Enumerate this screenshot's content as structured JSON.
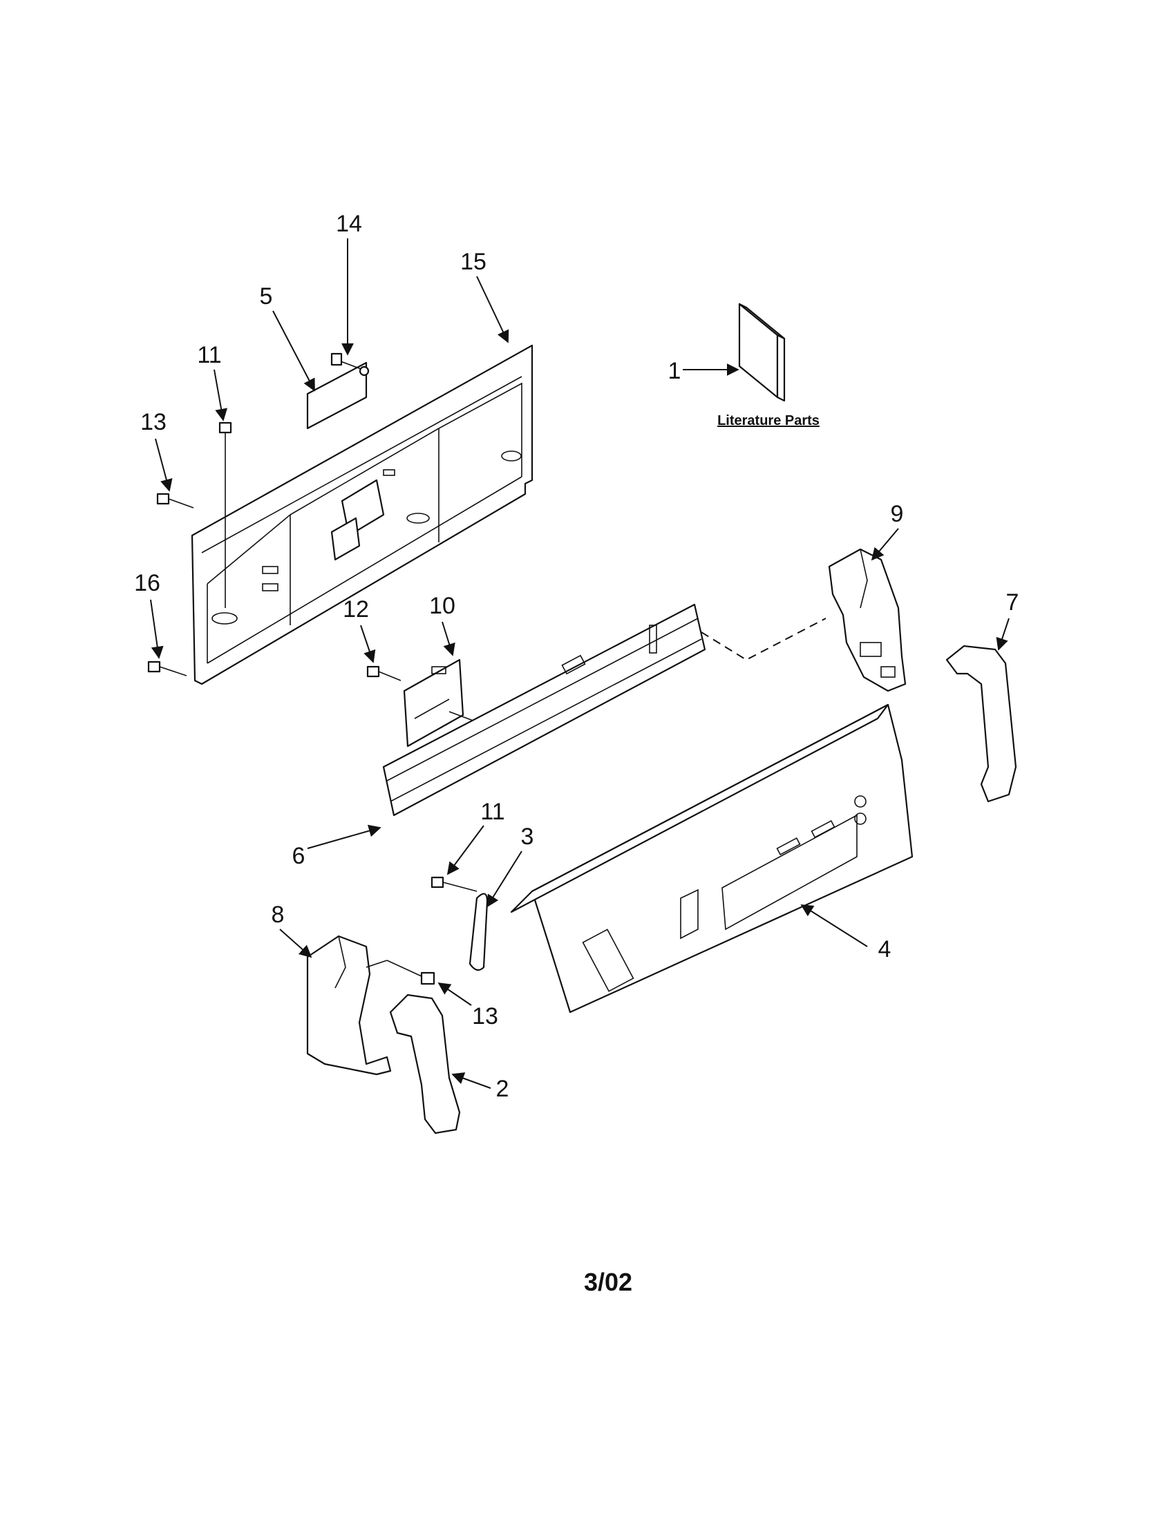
{
  "diagram": {
    "literature_label": "Literature Parts",
    "revision": "3/02",
    "callouts": [
      {
        "id": "c14",
        "label": "14"
      },
      {
        "id": "c15",
        "label": "15"
      },
      {
        "id": "c5",
        "label": "5"
      },
      {
        "id": "c11a",
        "label": "11"
      },
      {
        "id": "c13a",
        "label": "13"
      },
      {
        "id": "c16",
        "label": "16"
      },
      {
        "id": "c1",
        "label": "1"
      },
      {
        "id": "c9",
        "label": "9"
      },
      {
        "id": "c12",
        "label": "12"
      },
      {
        "id": "c10",
        "label": "10"
      },
      {
        "id": "c7",
        "label": "7"
      },
      {
        "id": "c6",
        "label": "6"
      },
      {
        "id": "c11b",
        "label": "11"
      },
      {
        "id": "c3",
        "label": "3"
      },
      {
        "id": "c8",
        "label": "8"
      },
      {
        "id": "c4",
        "label": "4"
      },
      {
        "id": "c13b",
        "label": "13"
      },
      {
        "id": "c2",
        "label": "2"
      }
    ]
  }
}
